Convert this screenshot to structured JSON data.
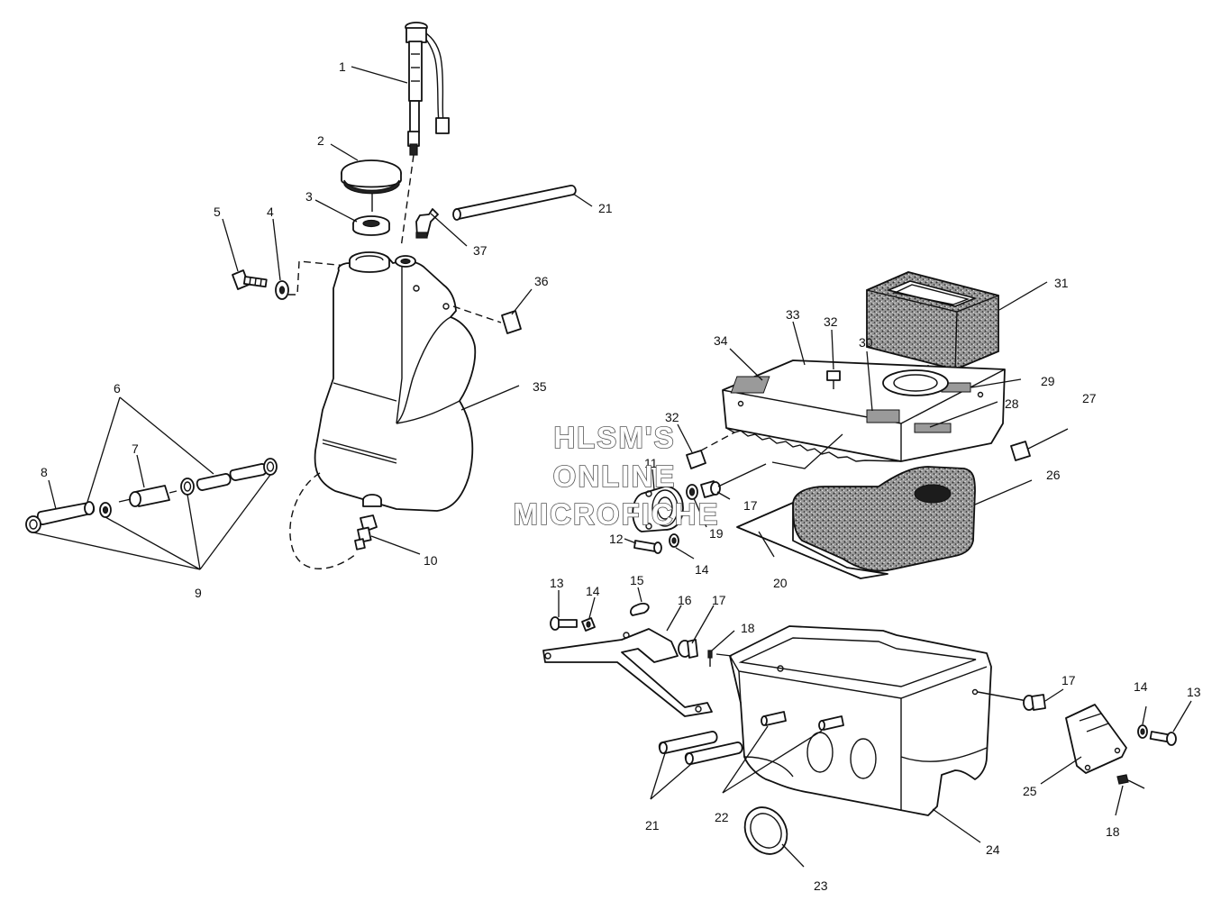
{
  "watermark": [
    "HLSM'S",
    "ONLINE",
    "MICROFICHE"
  ],
  "callouts": [
    {
      "label": "1"
    },
    {
      "label": "2"
    },
    {
      "label": "3"
    },
    {
      "label": "4"
    },
    {
      "label": "5"
    },
    {
      "label": "37"
    },
    {
      "label": "21"
    },
    {
      "label": "36"
    },
    {
      "label": "35"
    },
    {
      "label": "6"
    },
    {
      "label": "7"
    },
    {
      "label": "8"
    },
    {
      "label": "9"
    },
    {
      "label": "10"
    },
    {
      "label": "31"
    },
    {
      "label": "33"
    },
    {
      "label": "32"
    },
    {
      "label": "34"
    },
    {
      "label": "30"
    },
    {
      "label": "29"
    },
    {
      "label": "28"
    },
    {
      "label": "27"
    },
    {
      "label": "26"
    },
    {
      "label": "32"
    },
    {
      "label": "11"
    },
    {
      "label": "17"
    },
    {
      "label": "19"
    },
    {
      "label": "12"
    },
    {
      "label": "14"
    },
    {
      "label": "20"
    },
    {
      "label": "13"
    },
    {
      "label": "14"
    },
    {
      "label": "15"
    },
    {
      "label": "16"
    },
    {
      "label": "17"
    },
    {
      "label": "18"
    },
    {
      "label": "17"
    },
    {
      "label": "14"
    },
    {
      "label": "13"
    },
    {
      "label": "25"
    },
    {
      "label": "18"
    },
    {
      "label": "21"
    },
    {
      "label": "22"
    },
    {
      "label": "24"
    },
    {
      "label": "23"
    }
  ]
}
